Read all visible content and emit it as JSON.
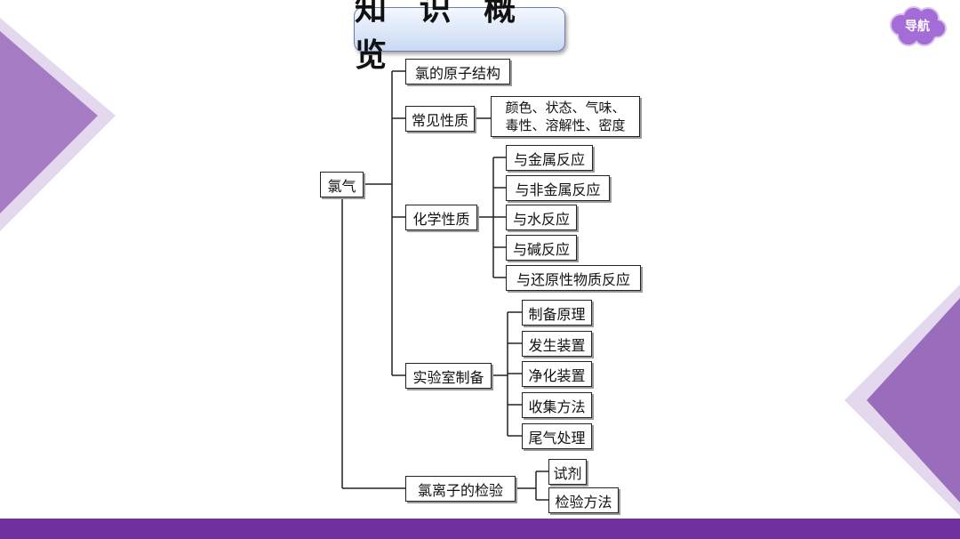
{
  "title": "知 识 概 览",
  "nav": {
    "label": "导航"
  },
  "colors": {
    "accent": "#7030a0",
    "decor": "#a57cc4",
    "title_fill": "#c9d9f3"
  },
  "mindmap": {
    "root": "氯气",
    "branches": [
      {
        "label": "氯的原子结构"
      },
      {
        "label": "常见性质",
        "detail": [
          "颜色、状态、气味、",
          "毒性、溶解性、密度"
        ]
      },
      {
        "label": "化学性质",
        "children": [
          "与金属反应",
          "与非金属反应",
          "与水反应",
          "与碱反应",
          "与还原性物质反应"
        ]
      },
      {
        "label": "实验室制备",
        "children": [
          "制备原理",
          "发生装置",
          "净化装置",
          "收集方法",
          "尾气处理"
        ]
      },
      {
        "label": "氯离子的检验",
        "children": [
          "试剂",
          "检验方法"
        ]
      }
    ]
  }
}
